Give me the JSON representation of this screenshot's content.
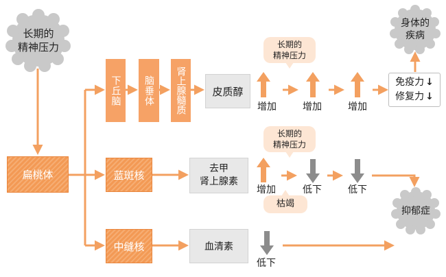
{
  "nodes": {
    "stress_cloud": "长期的\n精神压力",
    "amygdala": "扁桃体",
    "hypothalamus": "下丘脑",
    "pituitary": "脑垂体",
    "adrenal_medulla": "肾上腺髓质",
    "cortisol": "皮质醇",
    "locus_coeruleus": "蓝斑核",
    "norepinephrine": "去甲\n肾上腺素",
    "raphe": "中缝核",
    "serotonin": "血清素",
    "disease_cloud": "身体的\n疾病",
    "depression_cloud": "抑郁症"
  },
  "outcome_box": {
    "line1": "免疫力",
    "line2": "修复力",
    "down_symbol": "↓"
  },
  "bubbles": {
    "stress_top": "长期的\n精神压力",
    "stress_mid": "长期的\n精神压力",
    "exhaustion": "枯竭"
  },
  "labels": {
    "cortisol_up_1": "增加",
    "cortisol_up_2": "增加",
    "cortisol_up_3": "增加",
    "ne_up": "增加",
    "ne_down_1": "低下",
    "ne_down_2": "低下",
    "serotonin_down": "低下"
  },
  "colors": {
    "orange": "#f39a55",
    "orange_light": "#f6ad73",
    "arrow_orange": "#f3a060",
    "gray_arrow": "#8c8c8c",
    "bubble": "#fde6d4",
    "cloud": "#c9c9c9",
    "box_gray": "#e8e8e8"
  }
}
